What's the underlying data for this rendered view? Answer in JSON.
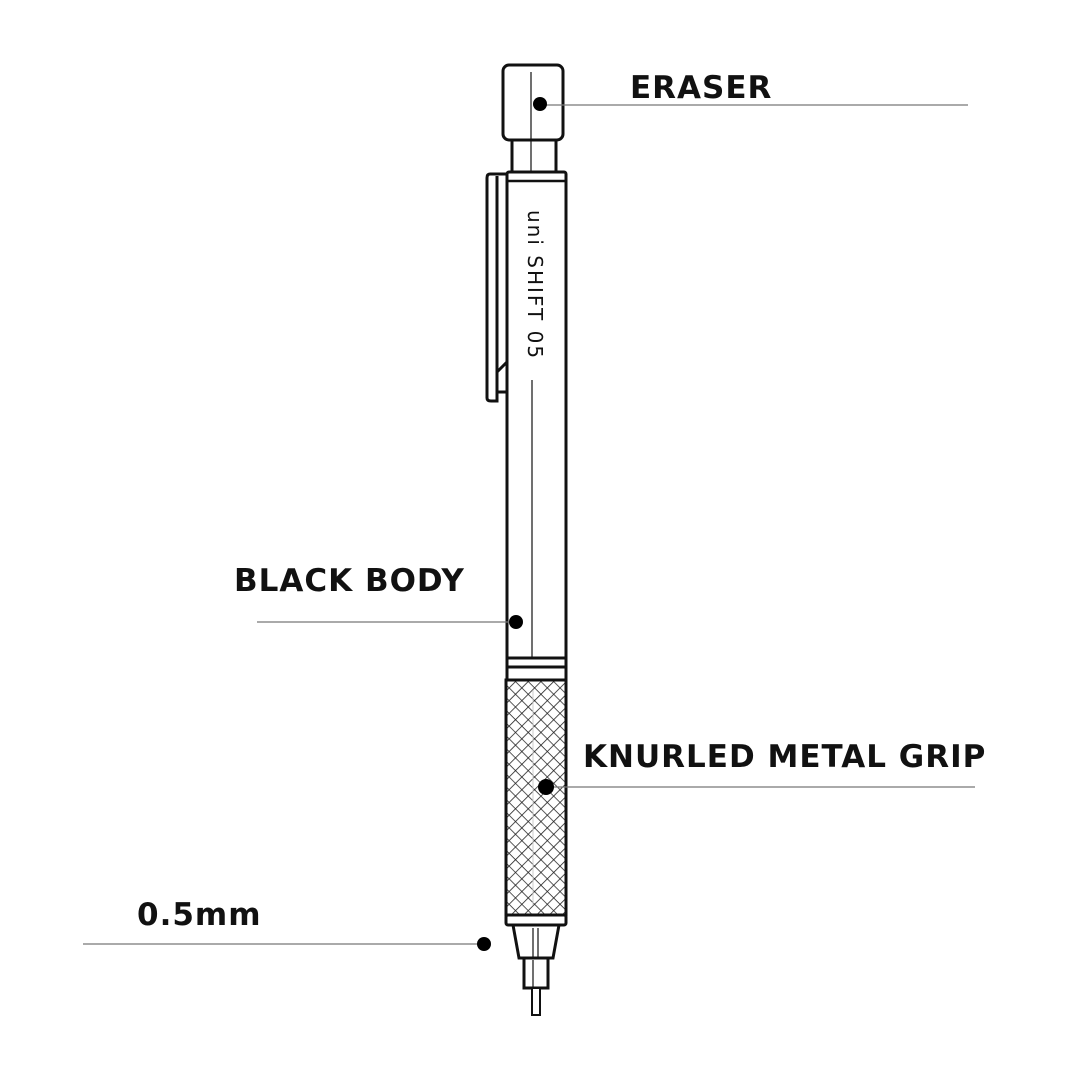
{
  "diagram": {
    "brand_text": "uni SHIFT 05",
    "labels": {
      "eraser": "ERASER",
      "body": "BLACK BODY",
      "grip": "KNURLED METAL GRIP",
      "lead": "0.5mm"
    }
  }
}
